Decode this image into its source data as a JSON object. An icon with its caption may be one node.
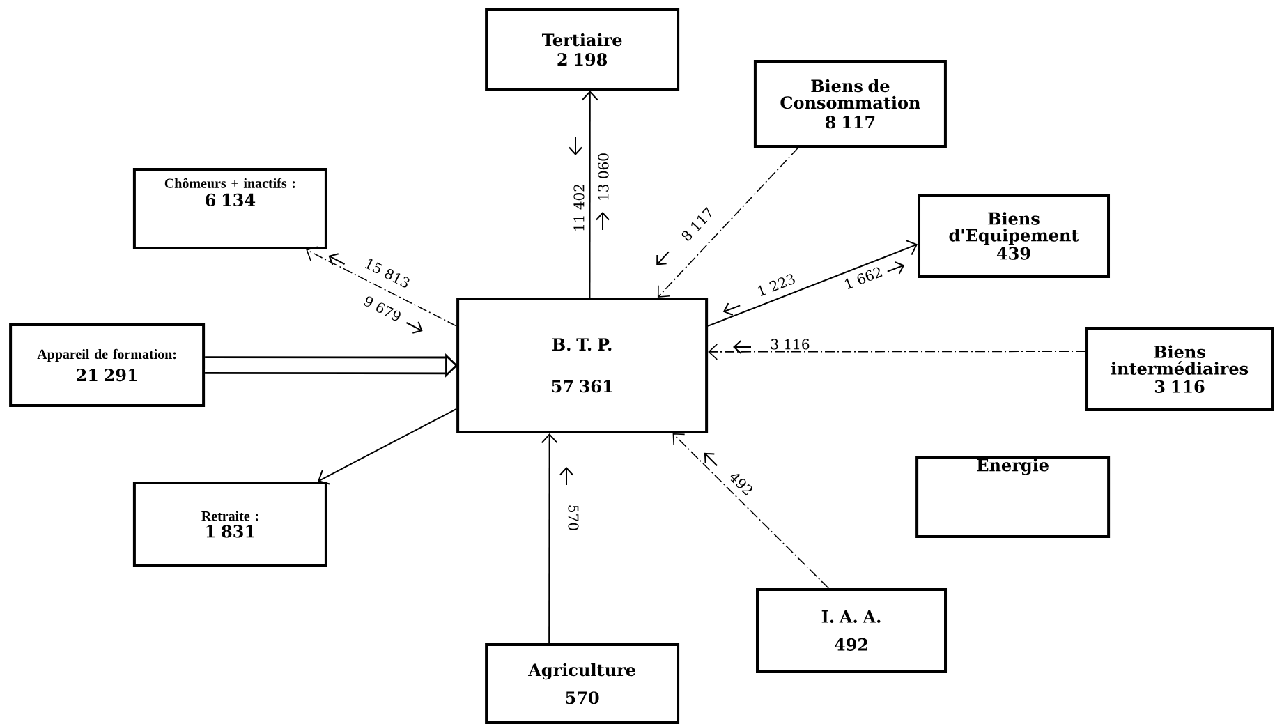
{
  "diagram": {
    "nodes": [
      {
        "text": [
          "Tertiaire",
          "2 198"
        ]
      },
      {
        "text": [
          "Biens de Consommation",
          "8 117"
        ]
      },
      {
        "text": [
          "Chômeurs + inactifs :",
          "6 134"
        ]
      },
      {
        "text": [
          "Biens d'Equipement",
          "439"
        ]
      },
      {
        "text": [
          "Appareil de formation:",
          "21 291"
        ]
      },
      {
        "text": [
          "B. T. P.",
          "57 361"
        ]
      },
      {
        "text": [
          "Biens intermédiaires",
          "3 116"
        ]
      },
      {
        "text": [
          "Retraite :",
          "1 831"
        ]
      },
      {
        "text": [
          "Energie"
        ]
      },
      {
        "text": [
          "I. A. A.",
          "492"
        ]
      },
      {
        "text": [
          "Agriculture",
          "570"
        ]
      }
    ],
    "edges": [
      {
        "from": 5,
        "to": 0,
        "arrow": "to",
        "label": "13 060"
      },
      {
        "from": 1,
        "to": 5,
        "arrow": "to",
        "label": "8 117",
        "style": "dashed"
      },
      {
        "from": 5,
        "to": 2,
        "arrow": "to",
        "label": "15 813",
        "style": "dashed"
      },
      {
        "from": 5,
        "to": 3,
        "arrow": "to",
        "label": "1 662"
      },
      {
        "from": 4,
        "to": 5,
        "arrow": "to",
        "style": "thick"
      },
      {
        "from": 6,
        "to": 5,
        "arrow": "to",
        "label": "3 116",
        "style": "dashed"
      },
      {
        "from": 5,
        "to": 7,
        "arrow": "to"
      },
      {
        "from": 9,
        "to": 5,
        "arrow": "to",
        "label": "492",
        "style": "dashed"
      },
      {
        "from": 10,
        "to": 5,
        "arrow": "to",
        "label": "570"
      }
    ],
    "labels": [
      "11 402",
      "1 223",
      "9 679"
    ]
  }
}
